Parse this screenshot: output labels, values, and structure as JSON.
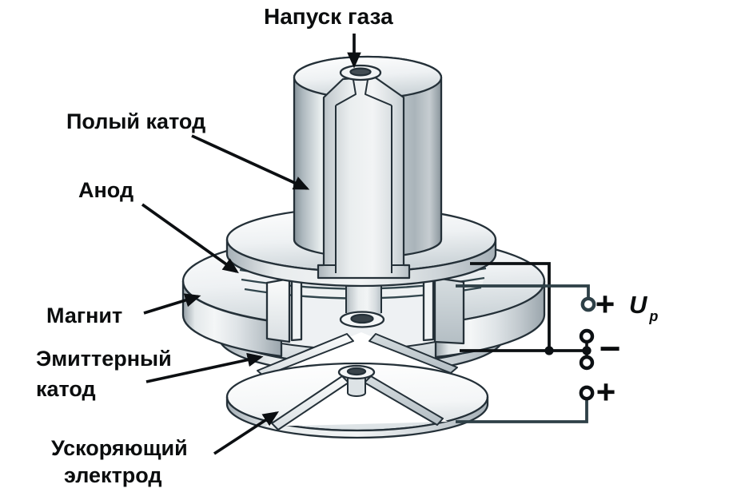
{
  "diagram_type": "cutaway-schematic",
  "subject": "hollow cathode plasma electron/ion source with accelerating electrode",
  "labels": {
    "gas_inlet": "Напуск газа",
    "hollow_cathode": "Полый катод",
    "anode": "Анод",
    "magnet": "Магнит",
    "emitter_cathode": [
      "Эмиттерный",
      "катод"
    ],
    "accelerating_electrode": [
      "Ускоряющий",
      "электрод"
    ],
    "discharge_voltage": {
      "symbol": "U",
      "subscript": "p"
    },
    "terminals": {
      "anode_plus": "+",
      "common_minus": "−",
      "accelerating_plus": "+"
    }
  },
  "colors": {
    "background": "#ffffff",
    "outline": "#243038",
    "wire_black": "#0c1013",
    "wire_teal": "#2e4047",
    "metal_light": "#f7f9f9",
    "metal_mid": "#cfd6da",
    "metal_dark": "#8a959c",
    "label_text": "#0b0d0e"
  }
}
